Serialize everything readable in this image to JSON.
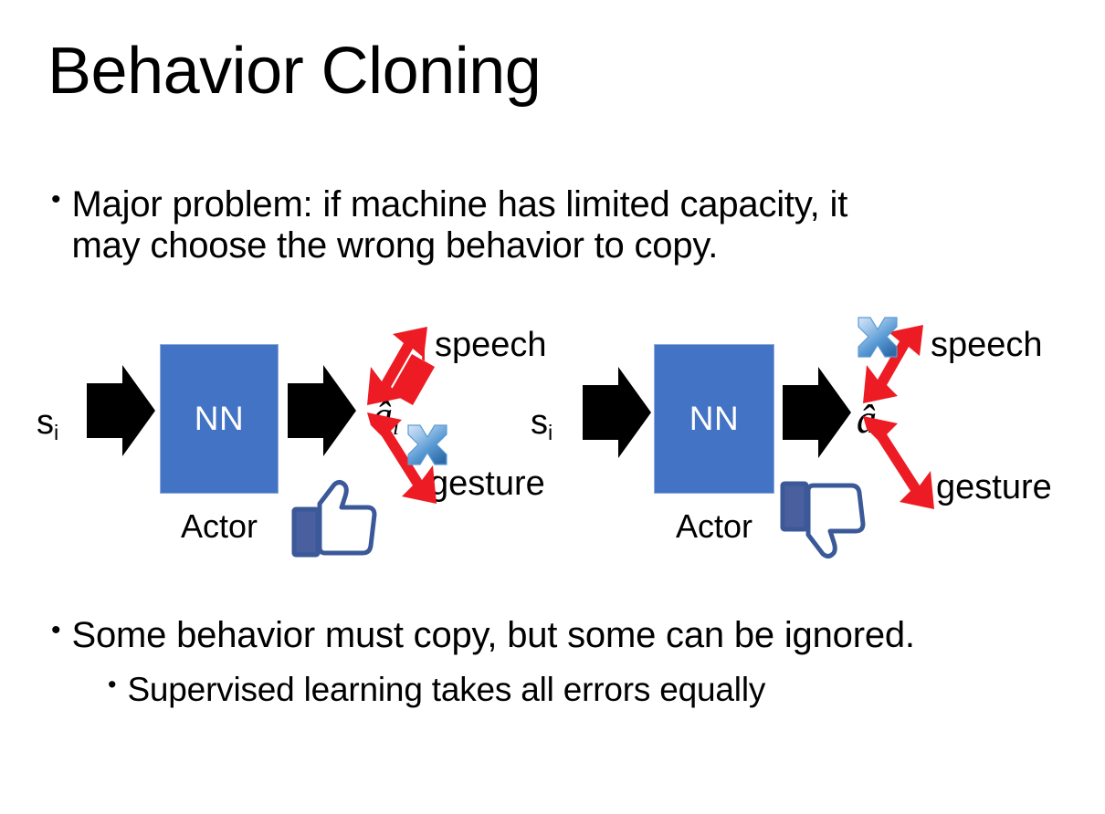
{
  "slide": {
    "title": "Behavior Cloning",
    "background_color": "#ffffff",
    "text_color": "#000000"
  },
  "bullets": {
    "bullet_char": "•",
    "top": {
      "line1": "Major problem: if machine has limited capacity, it",
      "line2": "may choose the wrong behavior to copy."
    },
    "bottom_level1": "Some behavior must copy, but some can be ignored.",
    "bottom_level2": "Supervised learning takes all errors equally"
  },
  "colors": {
    "nn_box_blue": "#4373C4",
    "nn_box_border": "#8faadc",
    "arrow_black": "#000000",
    "arrow_red": "#ED1C24",
    "cross_blue_light": "#C7DCF3",
    "cross_blue_mid": "#6FA8DC",
    "cross_blue_dark": "#2E6BA8",
    "thumb_outline": "#3B5998",
    "thumb_sleeve": "#4A5F9E",
    "thumb_fill": "#ffffff",
    "thumb_shadow": "#e3e5ea"
  },
  "diagrams": [
    {
      "id": "left",
      "state_label": "s",
      "state_subscript": "i",
      "nn_label": "NN",
      "actor_label": "Actor",
      "action_label": "â",
      "action_subscript": "i",
      "output_top": "speech",
      "output_bottom": "gesture",
      "cross_on": "gesture",
      "feedback_icon": "thumbs-up",
      "feedback_meaning": "good"
    },
    {
      "id": "right",
      "state_label": "s",
      "state_subscript": "i",
      "nn_label": "NN",
      "actor_label": "Actor",
      "action_label": "â",
      "action_subscript": "i",
      "output_top": "speech",
      "output_bottom": "gesture",
      "cross_on": "speech",
      "feedback_icon": "thumbs-down",
      "feedback_meaning": "bad"
    }
  ]
}
